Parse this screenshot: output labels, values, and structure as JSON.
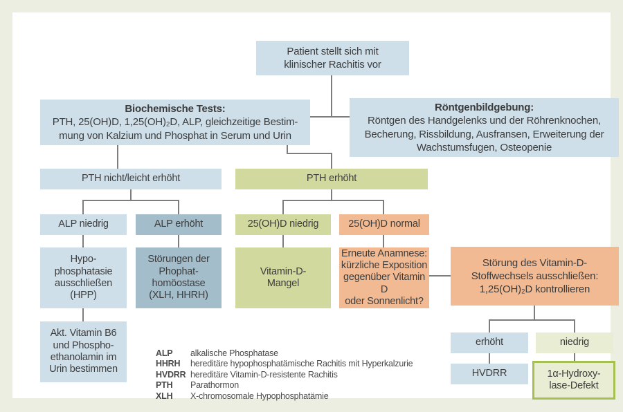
{
  "nodes": {
    "patient": {
      "lines": [
        "Patient stellt sich mit",
        "klinischer Rachitis vor"
      ]
    },
    "biochem": {
      "title": "Biochemische Tests:",
      "lines": [
        "PTH, 25(OH)D, 1,25(OH)₂D, ALP, gleichzeitige Bestim-",
        "mung von Kalzium und Phosphat in Serum und Urin"
      ]
    },
    "roentgen": {
      "title": "Röntgenbildgebung:",
      "lines": [
        "Röntgen des Handgelenks und der Röhrenknochen,",
        "Becherung, Rissbildung, Ausfransen, Erweiterung der",
        "Wachstumsfugen, Osteopenie"
      ]
    },
    "pth_not_elevated": {
      "label": "PTH nicht/leicht erhöht"
    },
    "pth_elevated": {
      "label": "PTH erhöht"
    },
    "alp_low": {
      "label": "ALP niedrig"
    },
    "alp_high": {
      "label": "ALP erhöht"
    },
    "ohd_low": {
      "label": "25(OH)D niedrig"
    },
    "ohd_normal": {
      "label": "25(OH)D normal"
    },
    "hpp": {
      "lines": [
        "Hypo-",
        "phosphatasie",
        "ausschließen",
        "(HPP)"
      ]
    },
    "phosphate_disorders": {
      "lines": [
        "Störungen der",
        "Phophat-",
        "homöostase",
        "(XLH, HHRH)"
      ]
    },
    "vitamin_d_deficiency": {
      "lines": [
        "Vitamin-D-",
        "Mangel"
      ]
    },
    "repeat_history": {
      "lines": [
        "Erneute Anamnese:",
        "kürzliche Exposition",
        "gegenüber Vitamin D",
        "oder Sonnenlicht?"
      ]
    },
    "vitd_metabolism": {
      "lines": [
        "Störung des Vitamin-D-",
        "Stoffwechsels ausschließen:",
        "1,25(OH)₂D kontrollieren"
      ]
    },
    "b6_urine": {
      "lines": [
        "Akt. Vitamin B6",
        "und Phospho-",
        "ethanolamin im",
        "Urin bestimmen"
      ]
    },
    "elevated": {
      "label": "erhöht"
    },
    "low": {
      "label": "niedrig"
    },
    "hvdrr": {
      "label": "HVDRR"
    },
    "hydroxylase_defect": {
      "lines": [
        "1α-Hydroxy-",
        "lase-Defekt"
      ]
    }
  },
  "legend": {
    "items": [
      {
        "abbr": "ALP",
        "definition": "alkalische Phosphatase"
      },
      {
        "abbr": "HHRH",
        "definition": "hereditäre hypophosphatämische Rachitis mit Hyperkalzurie"
      },
      {
        "abbr": "HVDRR",
        "definition": "hereditäre Vitamin-D-resistente Rachitis"
      },
      {
        "abbr": "PTH",
        "definition": "Parathormon"
      },
      {
        "abbr": "XLH",
        "definition": "X-chromosomale Hypophosphatämie"
      }
    ]
  },
  "colors": {
    "light_blue": "#cfdfe9",
    "dark_blue": "#a4bdcb",
    "olive_green": "#d2d99e",
    "orange": "#f2ba92",
    "pale_green": "#e9edd4",
    "pale_green_border": "#a6bf53",
    "connector_gray": "#7d7d7d",
    "frame_background": "#edeee2",
    "panel_background": "#ffffff",
    "text": "#3c3c3c"
  }
}
